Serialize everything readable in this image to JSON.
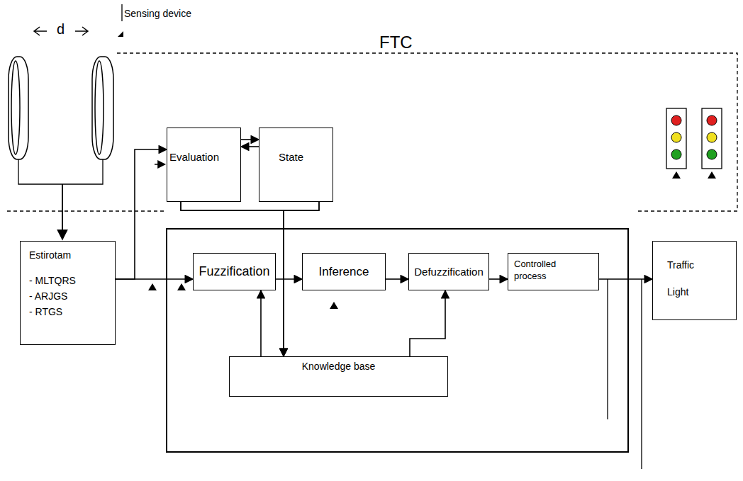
{
  "diagram": {
    "nodes": [
      {
        "text": [
          "Evaluation"
        ]
      },
      {
        "text": [
          "State"
        ]
      },
      {
        "text": [
          "Estirotam",
          "- MLTQRS",
          "- ARJGS",
          "- RTGS"
        ]
      },
      {
        "text": [
          "Fuzzification"
        ]
      },
      {
        "text": [
          "Inference"
        ]
      },
      {
        "text": [
          "Defuzzification"
        ]
      },
      {
        "text": [
          "Controlled process"
        ]
      },
      {
        "text": [
          "Knowledge base"
        ]
      },
      {
        "text": [
          "Traffic Light"
        ]
      }
    ],
    "edges": [
      {
        "from": 0,
        "to": 1,
        "arrow": "to"
      },
      {
        "from": 1,
        "to": 0,
        "arrow": "to"
      },
      {
        "from": 2,
        "to": 3,
        "arrow": "to"
      },
      {
        "from": 2,
        "to": 0,
        "arrow": "to"
      },
      {
        "from": 3,
        "to": 4,
        "arrow": "to"
      },
      {
        "from": 4,
        "to": 5,
        "arrow": "to"
      },
      {
        "from": 5,
        "to": 6,
        "arrow": "to"
      },
      {
        "from": 6,
        "to": 8,
        "arrow": "to"
      },
      {
        "from": 7,
        "to": 3,
        "arrow": "to"
      },
      {
        "from": 7,
        "to": 5,
        "arrow": "to"
      },
      {
        "from": 0,
        "to": 7,
        "arrow": "to"
      },
      {
        "from": 1,
        "to": 7,
        "arrow": "to"
      }
    ],
    "labels": [
      "d",
      "Sensing device",
      "FTC"
    ]
  }
}
